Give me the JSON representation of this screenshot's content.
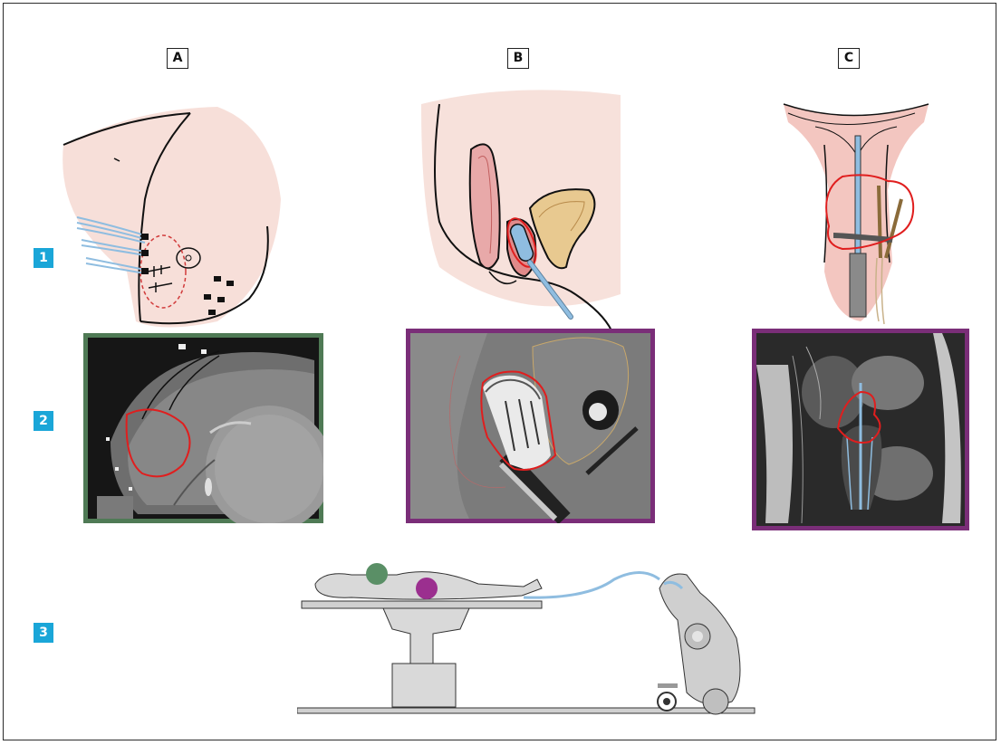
{
  "columns": [
    {
      "label": "A"
    },
    {
      "label": "B"
    },
    {
      "label": "C"
    }
  ],
  "rows": [
    {
      "label": "1"
    },
    {
      "label": "2"
    },
    {
      "label": "3"
    }
  ],
  "colors": {
    "row_label_bg": "#1aa6d8",
    "breast_frame": "#4f7a55",
    "gyn_frame": "#7a2e78",
    "target_contour": "#e01e1e",
    "skin": "#f6dcd5",
    "applicator": "#8fbde0",
    "bladder": "#e8c990",
    "patient_marker_green": "#5a8f66",
    "patient_marker_purple": "#9b2f8f"
  },
  "icons": [
    "breast-interstitial-illustration",
    "vaginal-cylinder-illustration",
    "uterine-tandem-illustration",
    "ct-breast-scan",
    "ct-pelvis-scan",
    "mri-pelvis-scan",
    "treatment-couch-illustration",
    "afterloader-illustration"
  ]
}
